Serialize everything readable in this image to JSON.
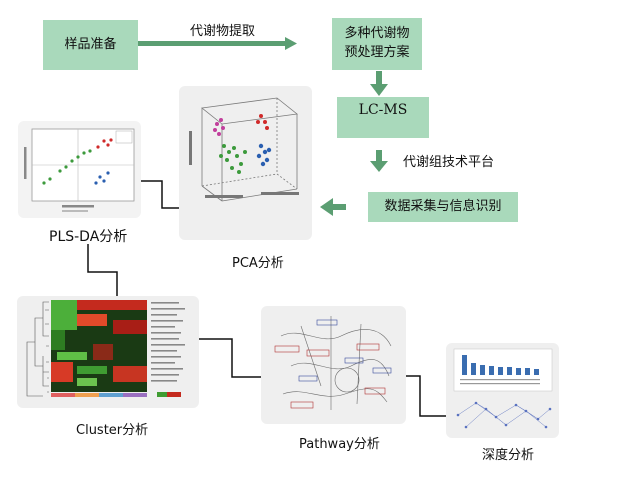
{
  "steps": {
    "sample_prep": "样品准备",
    "extraction": "代谢物提取",
    "pretreatment_line1": "多种代谢物",
    "pretreatment_line2": "预处理方案",
    "lcms": "LC-MS",
    "platform": "代谢组技术平台",
    "acquisition": "数据采集与信息识别"
  },
  "analyses": {
    "pca": "PCA分析",
    "plsda": "PLS-DA分析",
    "cluster": "Cluster分析",
    "pathway": "Pathway分析",
    "deep": "深度分析"
  },
  "colors": {
    "box_fill": "#a9d9bb",
    "arrow": "#5b9e72",
    "panel": "#efefef"
  }
}
